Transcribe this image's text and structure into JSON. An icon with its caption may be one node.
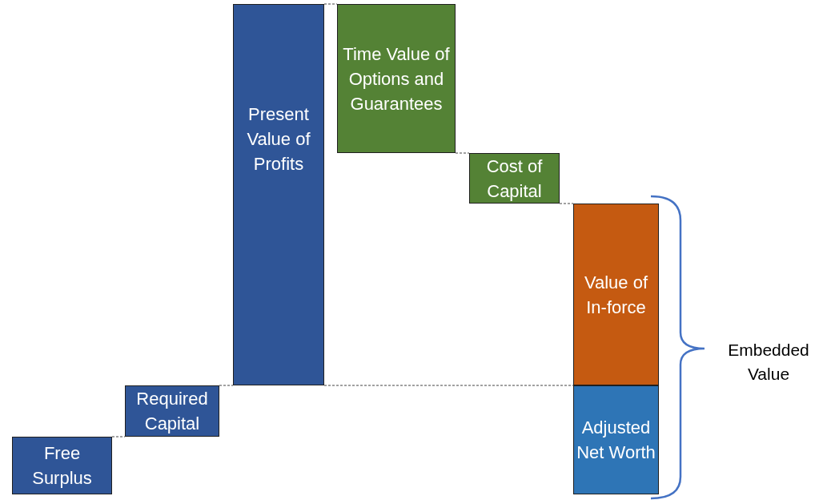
{
  "diagram": {
    "nodes": [
      {
        "text": [
          "Free Surplus"
        ]
      },
      {
        "text": [
          "Required Capital"
        ]
      },
      {
        "text": [
          "Present Value of Profits"
        ]
      },
      {
        "text": [
          "Time Value of Options and Guarantees"
        ]
      },
      {
        "text": [
          "Cost of Capital"
        ]
      },
      {
        "text": [
          "Value of In-force"
        ]
      },
      {
        "text": [
          "Adjusted Net Worth"
        ]
      }
    ],
    "edges": [
      {
        "from": 0,
        "to": 1,
        "arrow": "none",
        "style": "dashed"
      },
      {
        "from": 1,
        "to": 2,
        "arrow": "none",
        "style": "dashed"
      },
      {
        "from": 2,
        "to": 3,
        "arrow": "none",
        "style": "dashed"
      },
      {
        "from": 3,
        "to": 4,
        "arrow": "none",
        "style": "dashed"
      },
      {
        "from": 4,
        "to": 5,
        "arrow": "none",
        "style": "dashed"
      },
      {
        "from": 2,
        "to": 6,
        "arrow": "none",
        "style": "dashed"
      }
    ],
    "labels": [
      "Embedded Value"
    ]
  }
}
